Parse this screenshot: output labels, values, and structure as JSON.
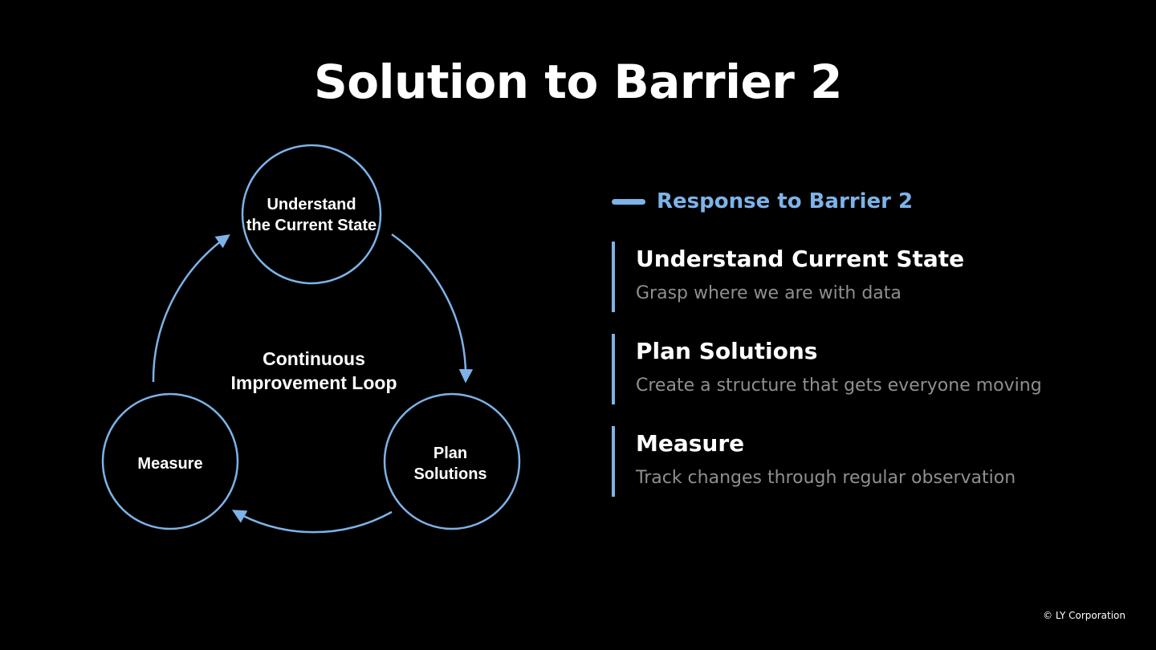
{
  "title": "Solution to Barrier 2",
  "diagram": {
    "accent_color": "#7db3e8",
    "center_label": [
      "Continuous",
      "Improvement Loop"
    ],
    "nodes": [
      {
        "id": "understand",
        "lines": [
          "Understand",
          "the Current State"
        ]
      },
      {
        "id": "plan",
        "lines": [
          "Plan",
          "Solutions"
        ]
      },
      {
        "id": "measure",
        "lines": [
          "Measure"
        ]
      }
    ]
  },
  "response": {
    "header": "Response to Barrier 2",
    "items": [
      {
        "title": "Understand Current State",
        "description": "Grasp where we are with data"
      },
      {
        "title": "Plan Solutions",
        "description": "Create a structure that gets everyone moving"
      },
      {
        "title": "Measure",
        "description": "Track changes through regular observation"
      }
    ]
  },
  "footer": "© LY Corporation"
}
